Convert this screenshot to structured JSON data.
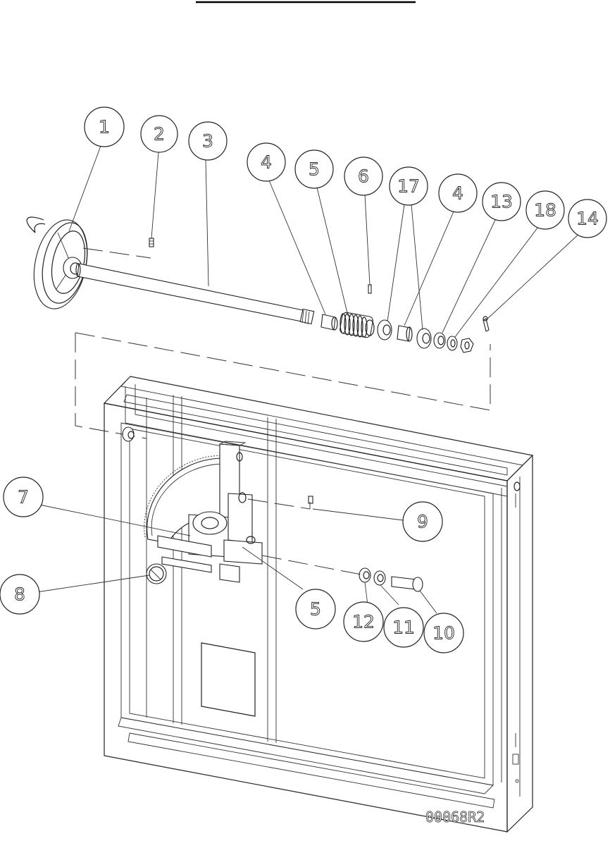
{
  "drawing": {
    "drawing_number": "00068R2"
  },
  "balloons": [
    {
      "id": "b1",
      "label": "1"
    },
    {
      "id": "b2",
      "label": "2"
    },
    {
      "id": "b3",
      "label": "3"
    },
    {
      "id": "b4a",
      "label": "4"
    },
    {
      "id": "b5a",
      "label": "5"
    },
    {
      "id": "b6",
      "label": "6"
    },
    {
      "id": "b17",
      "label": "17"
    },
    {
      "id": "b4b",
      "label": "4"
    },
    {
      "id": "b13",
      "label": "13"
    },
    {
      "id": "b18",
      "label": "18"
    },
    {
      "id": "b14",
      "label": "14"
    },
    {
      "id": "b7",
      "label": "7"
    },
    {
      "id": "b9",
      "label": "9"
    },
    {
      "id": "b8",
      "label": "8"
    },
    {
      "id": "b5b",
      "label": "5"
    },
    {
      "id": "b12",
      "label": "12"
    },
    {
      "id": "b11",
      "label": "11"
    },
    {
      "id": "b10",
      "label": "10"
    }
  ]
}
